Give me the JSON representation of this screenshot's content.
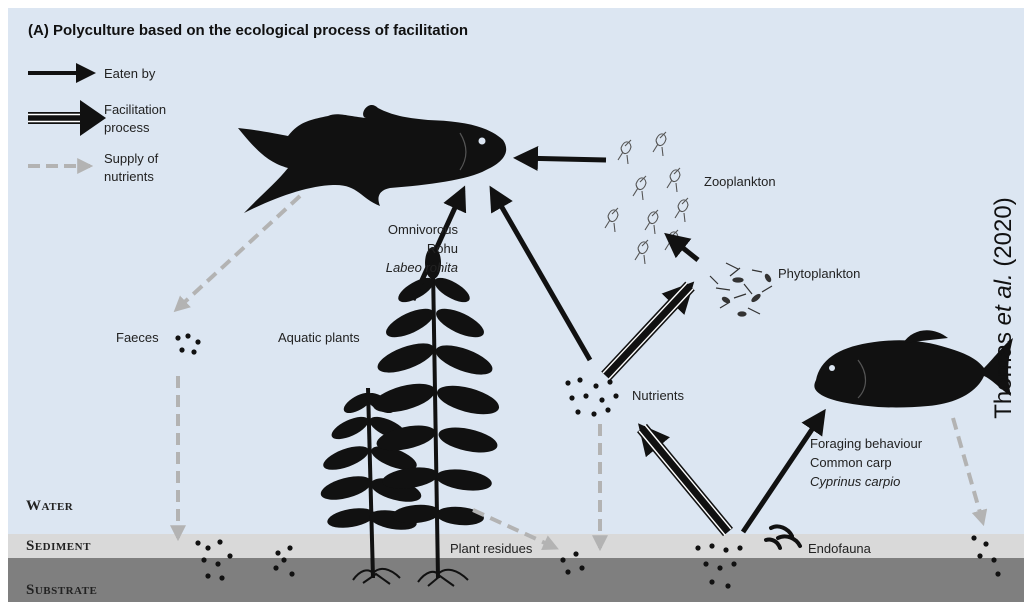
{
  "title": "(A) Polyculture based on the ecological process of facilitation",
  "legend": {
    "eaten_by": "Eaten by",
    "facilitation_line1": "Facilitation",
    "facilitation_line2": "process",
    "supply_line1": "Supply of",
    "supply_line2": "nutrients"
  },
  "labels": {
    "rohu_line1": "Omnivorous",
    "rohu_line2": "Rohu",
    "rohu_line3": "Labeo rohita",
    "zooplankton": "Zooplankton",
    "phytoplankton": "Phytoplankton",
    "faeces": "Faeces",
    "aquatic_plants": "Aquatic plants",
    "nutrients": "Nutrients",
    "carp_line1": "Foraging behaviour",
    "carp_line2": "Common carp",
    "carp_line3": "Cyprinus carpio",
    "plant_residues": "Plant residues",
    "endofauna": "Endofauna"
  },
  "layers": {
    "water": "Water",
    "sediment": "Sediment",
    "substrate": "Substrate"
  },
  "citation": {
    "before": "Thomas ",
    "italic": "et al.",
    "after": " (2020)"
  },
  "colors": {
    "water": "#dce6f2",
    "sediment": "#d9d9d9",
    "substrate": "#7f7f7f",
    "silhouette": "#111111",
    "supply_arrow": "#b3b3b3"
  }
}
